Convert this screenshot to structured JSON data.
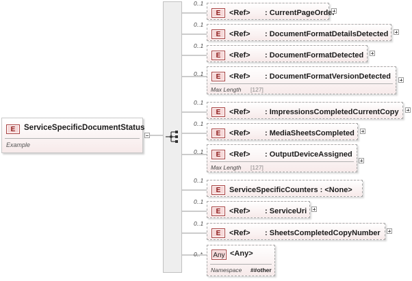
{
  "root": {
    "badge": "E",
    "name": "ServiceSpecificDocumentStatus",
    "annotation": "Example"
  },
  "children": [
    {
      "multiplicity": "0..1",
      "badge": "E",
      "ref": "<Ref>",
      "sep": ":",
      "name": "CurrentPageOrder"
    },
    {
      "multiplicity": "0..1",
      "badge": "E",
      "ref": "<Ref>",
      "sep": ":",
      "name": "DocumentFormatDetailsDetected"
    },
    {
      "multiplicity": "0..1",
      "badge": "E",
      "ref": "<Ref>",
      "sep": ":",
      "name": "DocumentFormatDetected"
    },
    {
      "multiplicity": "0..1",
      "badge": "E",
      "ref": "<Ref>",
      "sep": ":",
      "name": "DocumentFormatVersionDetected",
      "facet_name": "Max Length",
      "facet_value": "[127]"
    },
    {
      "multiplicity": "0..1",
      "badge": "E",
      "ref": "<Ref>",
      "sep": ":",
      "name": "ImpressionsCompletedCurrentCopy"
    },
    {
      "multiplicity": "0..1",
      "badge": "E",
      "ref": "<Ref>",
      "sep": ":",
      "name": "MediaSheetsCompleted"
    },
    {
      "multiplicity": "0..1",
      "badge": "E",
      "ref": "<Ref>",
      "sep": ":",
      "name": "OutputDeviceAssigned",
      "facet_name": "Max Length",
      "facet_value": "[127]"
    },
    {
      "multiplicity": "0..1",
      "badge": "E",
      "ref": "",
      "sep": "",
      "name": "ServiceSpecificCounters : <None>"
    },
    {
      "multiplicity": "0..1",
      "badge": "E",
      "ref": "<Ref>",
      "sep": ":",
      "name": "ServiceUri"
    },
    {
      "multiplicity": "0..1",
      "badge": "E",
      "ref": "<Ref>",
      "sep": ":",
      "name": "SheetsCompletedCopyNumber"
    }
  ],
  "any": {
    "multiplicity": "0..*",
    "badge": "Any",
    "label": "<Any>",
    "facet_name": "Namespace",
    "facet_value": "##other"
  },
  "icons": {
    "collapse": "minus-toggle-icon",
    "expand": "plus-toggle-icon",
    "sequence": "sequence-compositor-icon"
  },
  "colors": {
    "badge_fill": "#f6d8d8",
    "badge_border": "#a84040",
    "badge_text": "#8b1a1a",
    "box_gradient_end": "#f7eaea",
    "line": "#9a9a9a"
  }
}
